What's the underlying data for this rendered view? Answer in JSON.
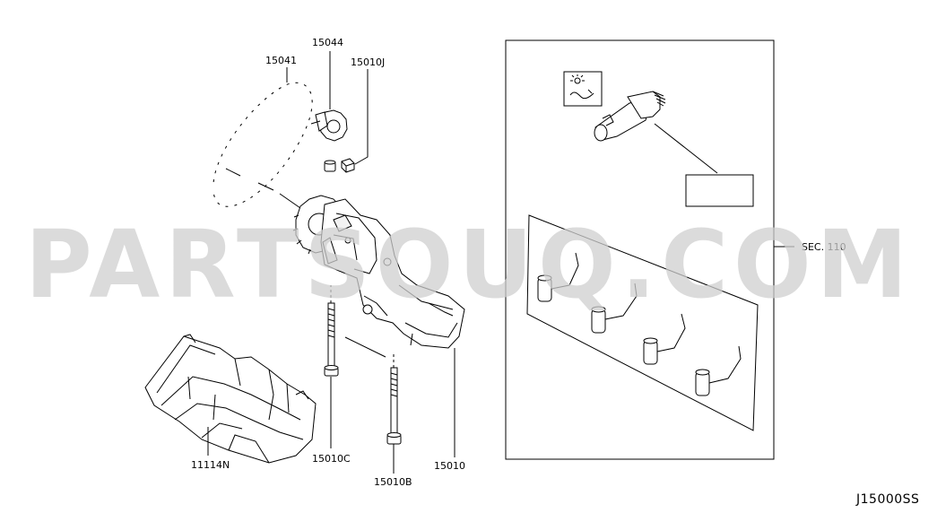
{
  "diagram": {
    "part_labels": {
      "p15041": "15041",
      "p15044": "15044",
      "p15010J": "15010J",
      "p15010C": "15010C",
      "p15010B": "15010B",
      "p15010": "15010",
      "p11114N": "11114N"
    },
    "section_ref": "SEC. 110",
    "drawing_code": "J15000SS"
  },
  "watermark": "PARTSOUQ.COM"
}
